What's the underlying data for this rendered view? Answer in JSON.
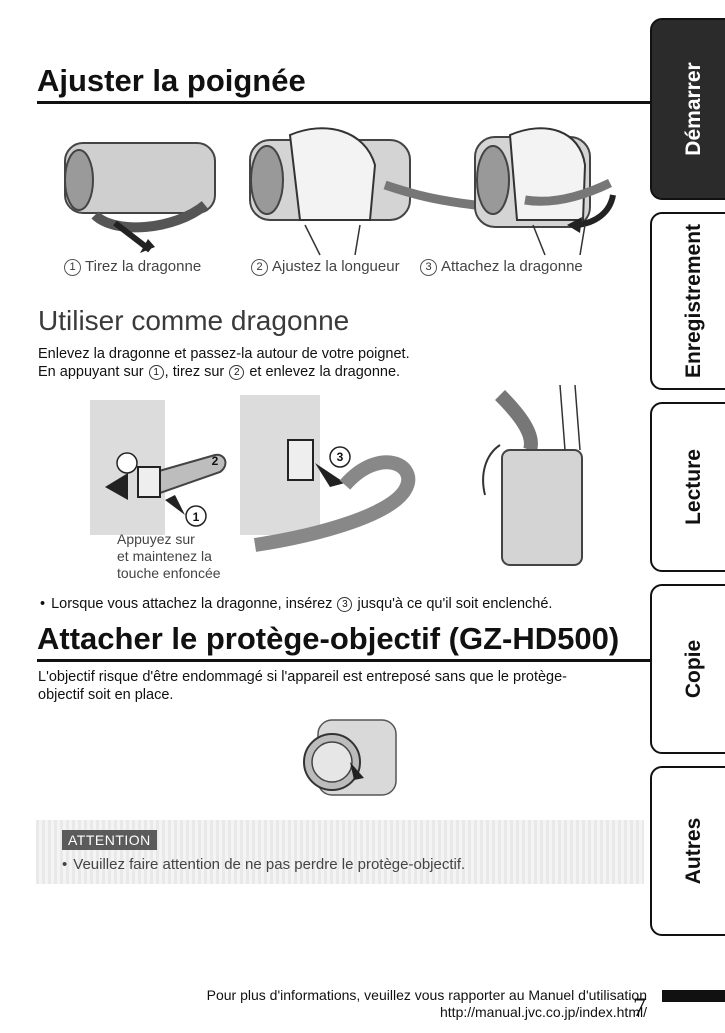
{
  "section1": {
    "title": "Ajuster la poignée",
    "captions": [
      {
        "num": "1",
        "text": "Tirez la dragonne"
      },
      {
        "num": "2",
        "text": "Ajustez la longueur"
      },
      {
        "num": "3",
        "text": "Attachez la dragonne"
      }
    ]
  },
  "section2": {
    "title": "Utiliser comme dragonne",
    "line1": "Enlevez la dragonne et passez-la autour de votre poignet.",
    "line2_a": "En appuyant sur",
    "line2_n1": "1",
    "line2_b": ", tirez sur",
    "line2_n2": "2",
    "line2_c": " et enlevez la dragonne.",
    "callout_1": "1",
    "callout_2": "2",
    "callout_3": "3",
    "press_note": [
      "Appuyez sur",
      "et maintenez la",
      "touche enfoncée"
    ],
    "bullet_a": "Lorsque vous attachez la dragonne, insérez",
    "bullet_n": "3",
    "bullet_b": "jusqu'à ce qu'il soit enclenché."
  },
  "section3": {
    "title": "Attacher le protège-objectif (GZ-HD500)",
    "text1": "L'objectif risque d'être endommagé si l'appareil est entreposé sans que le protège-",
    "text2": "objectif soit en place."
  },
  "attention": {
    "label": "ATTENTION",
    "text": "Veuillez faire attention de ne pas perdre le protège-objectif."
  },
  "tabs": [
    "Démarrer",
    "Enregistrement",
    "Lecture",
    "Copie",
    "Autres"
  ],
  "footer": {
    "line1": "Pour plus d'informations, veuillez vous rapporter au Manuel d'utilisation",
    "line2": "http://manual.jvc.co.jp/index.html/",
    "page": "7"
  }
}
